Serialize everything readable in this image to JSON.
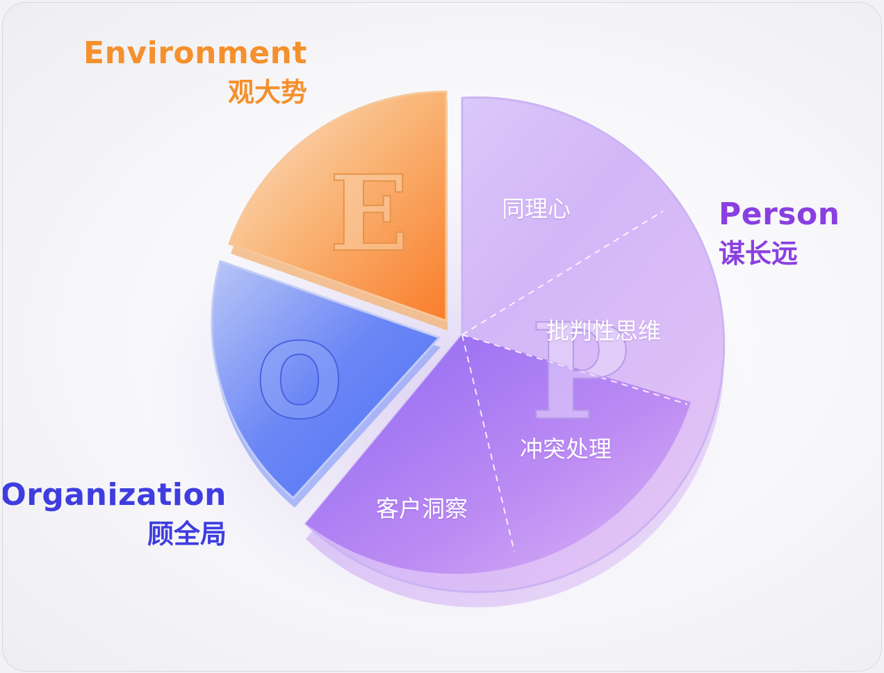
{
  "diagram": {
    "environment": {
      "letter": "E",
      "title_en": "Environment",
      "title_zh": "观大势",
      "color": "#f5902c"
    },
    "organization": {
      "letter": "O",
      "title_en": "Organization",
      "title_zh": "顾全局",
      "color": "#3f3de0"
    },
    "person": {
      "letter": "P",
      "title_en": "Person",
      "title_zh": "谋长远",
      "color": "#8a3fe0",
      "segments": [
        "同理心",
        "批判性思维",
        "冲突处理",
        "客户洞察"
      ]
    }
  }
}
